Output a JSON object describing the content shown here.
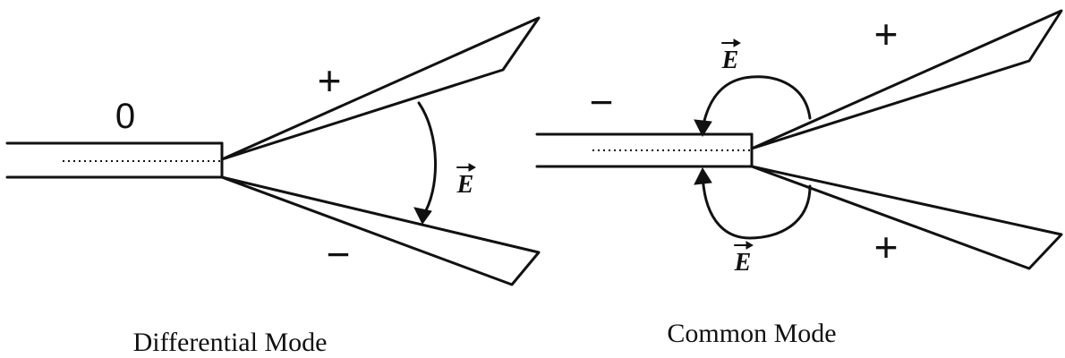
{
  "differential_panel": {
    "title": "Differential Mode",
    "feed_label": "0",
    "upper_polarity": "+",
    "lower_polarity": "−",
    "field_label": "E"
  },
  "common_panel": {
    "title": "Common Mode",
    "feed_label": "−",
    "upper_polarity": "+",
    "lower_polarity": "+",
    "upper_field_label": "E",
    "lower_field_label": "E"
  }
}
